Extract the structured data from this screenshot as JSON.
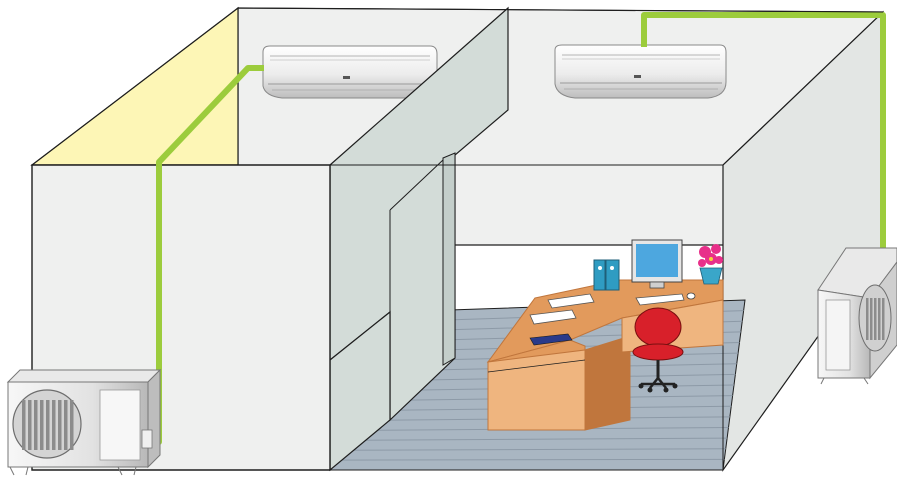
{
  "colors": {
    "background": "#ffffff",
    "wall": "#eff0ef",
    "wall_side": "#e3e6e4",
    "partition": "#d3dcd8",
    "partition_edge": "#c3ceca",
    "accent_wall": "#fdf6b6",
    "refrigerant_pipe": "#9ccc3c",
    "floor": "#a9b6c2",
    "floor_line": "#8d9aa7",
    "outline": "#1e1e1e",
    "desk_top": "#e29a5c",
    "desk_front": "#efb57f",
    "desk_edge": "#c0763d",
    "chair": "#d8202a",
    "binder": "#2f9cc2",
    "flowers": "#e8308a",
    "vase": "#3aa6c9",
    "monitor_screen": "#4da7df",
    "unit_body": "#f4f4f4",
    "unit_shade": "#c9c9c9"
  },
  "components": [
    {
      "name": "indoor-unit-left",
      "icon": "wall-mounted-ac-icon"
    },
    {
      "name": "indoor-unit-right",
      "icon": "wall-mounted-ac-icon"
    },
    {
      "name": "outdoor-unit-left",
      "icon": "outdoor-condenser-icon"
    },
    {
      "name": "outdoor-unit-right",
      "icon": "outdoor-condenser-icon"
    },
    {
      "name": "refrigerant-pipe-left",
      "icon": "pipe-icon"
    },
    {
      "name": "refrigerant-pipe-right",
      "icon": "pipe-icon"
    },
    {
      "name": "office-desk",
      "icon": "desk-icon"
    },
    {
      "name": "office-chair",
      "icon": "chair-icon"
    },
    {
      "name": "computer-monitor",
      "icon": "monitor-icon"
    },
    {
      "name": "flower-vase",
      "icon": "flowers-icon"
    },
    {
      "name": "binders",
      "icon": "binder-icon"
    }
  ]
}
